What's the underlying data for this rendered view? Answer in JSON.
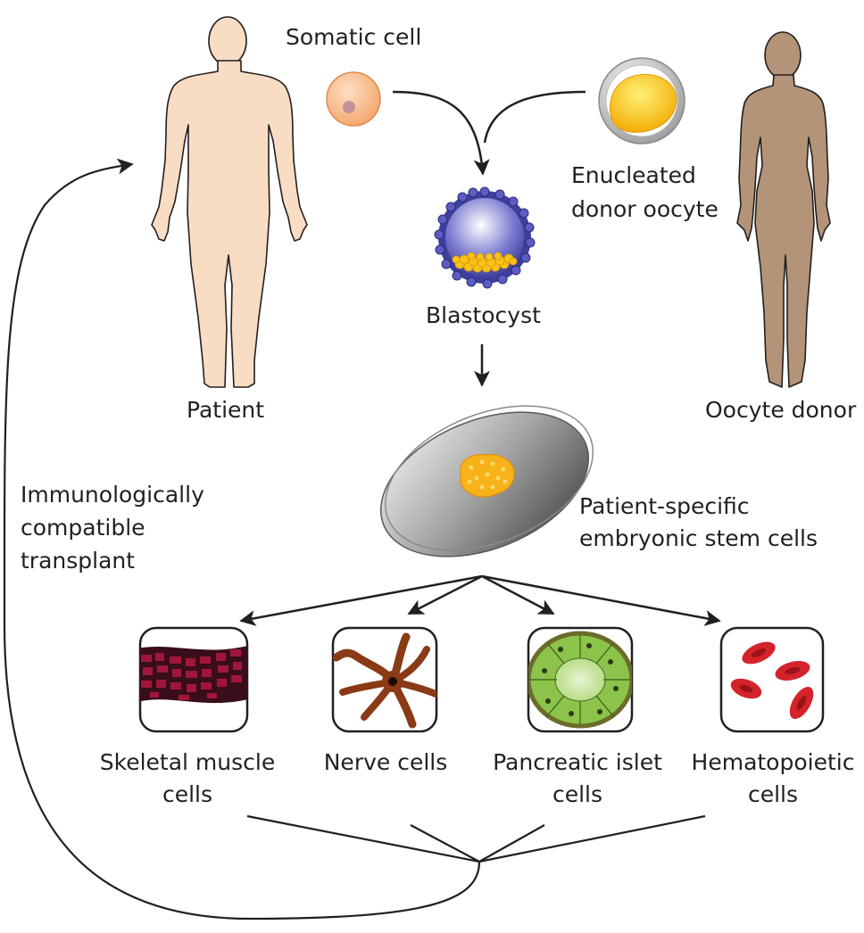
{
  "labels": {
    "somatic_cell": "Somatic cell",
    "enucleated_oocyte_line1": "Enucleated",
    "enucleated_oocyte_line2": "donor oocyte",
    "blastocyst": "Blastocyst",
    "patient": "Patient",
    "oocyte_donor": "Oocyte donor",
    "stem_cells_line1": "Patient-specific",
    "stem_cells_line2": "embryonic stem cells",
    "transplant_line1": "Immunologically",
    "transplant_line2": "compatible",
    "transplant_line3": "transplant"
  },
  "cell_types": [
    {
      "line1": "Skeletal muscle",
      "line2": "cells"
    },
    {
      "line1": "Nerve cells",
      "line2": ""
    },
    {
      "line1": "Pancreatic islet",
      "line2": "cells"
    },
    {
      "line1": "Hematopoietic",
      "line2": "cells"
    }
  ],
  "colors": {
    "patient_skin": "#f9dcc4",
    "donor_skin": "#b49479",
    "somatic_cell": "#f6b27f",
    "oocyte_yolk": "#f7c21a",
    "blastocyst_blue": "#3e3f9c",
    "muscle_red": "#a0173a",
    "nerve_brown": "#8a3a14",
    "islet_green": "#8cc34a",
    "blood_red": "#d4232a"
  }
}
